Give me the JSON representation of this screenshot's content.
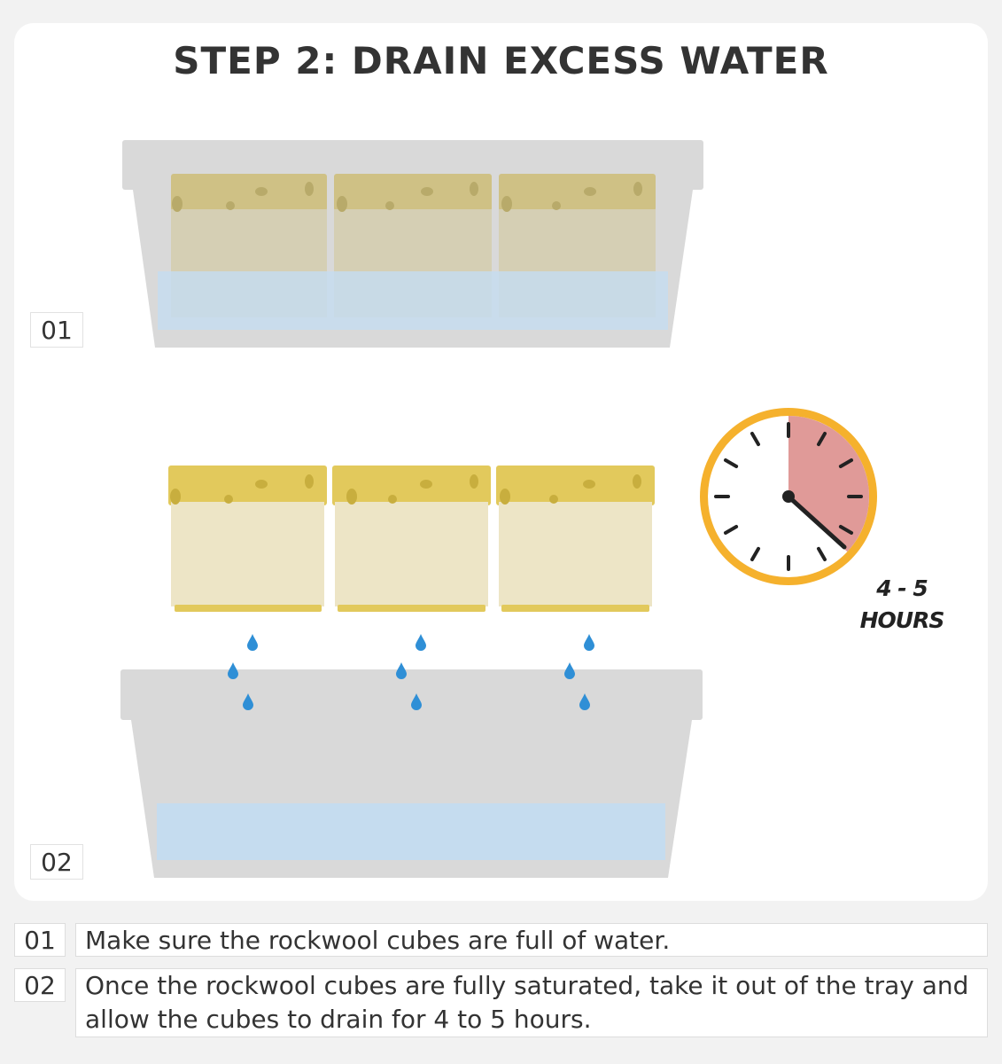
{
  "title": "STEP 2: DRAIN EXCESS WATER",
  "illustration": {
    "tray_1_label": "01",
    "tray_2_label": "02",
    "timer_label_line1": "4 - 5",
    "timer_label_line2": "HOURS",
    "timer_elapsed_fraction": 0.37,
    "icons": [
      "tray-icon",
      "rockwool-cube-icon",
      "water-drop-icon",
      "clock-icon"
    ]
  },
  "colors": {
    "tray": "#d9d9d9",
    "water": "#c5dcef",
    "cube_top": "#e2c95c",
    "cube_body": "#ede5c6",
    "clock_ring": "#f5b12d",
    "clock_elapsed": "#e09a98",
    "drop": "#2f8fd6"
  },
  "captions": [
    {
      "number": "01",
      "text": "Make sure the rockwool cubes are full of water."
    },
    {
      "number": "02",
      "text": "Once the rockwool cubes are fully saturated, take it out of the tray and allow the cubes to drain for 4 to 5 hours."
    }
  ]
}
